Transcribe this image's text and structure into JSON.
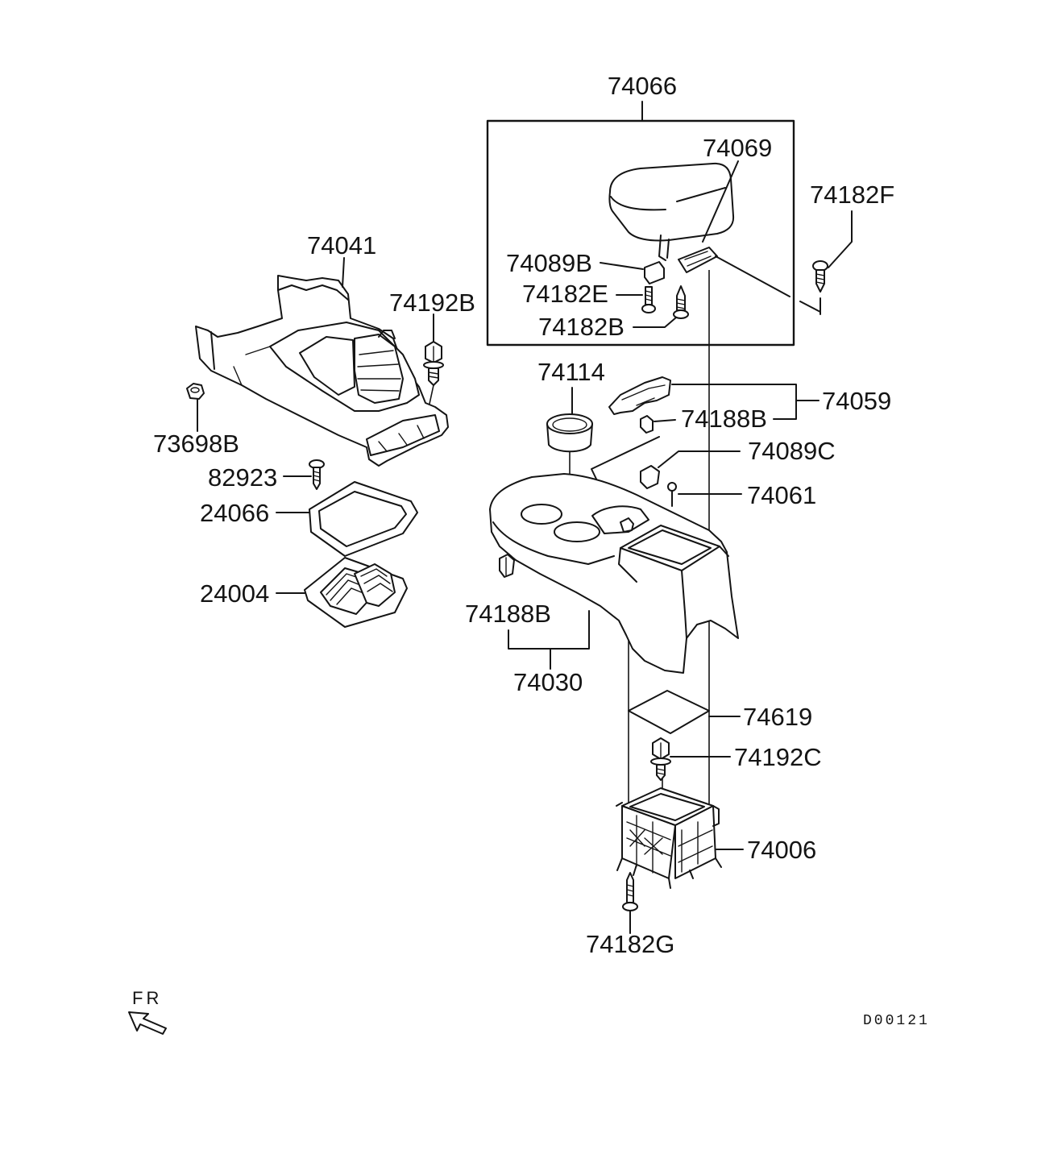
{
  "labels": {
    "part_74066": "74066",
    "part_74069": "74069",
    "part_74182F": "74182F",
    "part_74041": "74041",
    "part_74089B": "74089B",
    "part_74182E": "74182E",
    "part_74192B": "74192B",
    "part_74182B": "74182B",
    "part_74114": "74114",
    "part_74059": "74059",
    "part_74188B_upper": "74188B",
    "part_73698B": "73698B",
    "part_74089C": "74089C",
    "part_82923": "82923",
    "part_74061": "74061",
    "part_24066": "24066",
    "part_24004": "24004",
    "part_74188B_lower": "74188B",
    "part_74030": "74030",
    "part_74619": "74619",
    "part_74192C": "74192C",
    "part_74006": "74006",
    "part_74182G": "74182G"
  },
  "orientation_label": "FR",
  "drawing_code": "D00121"
}
